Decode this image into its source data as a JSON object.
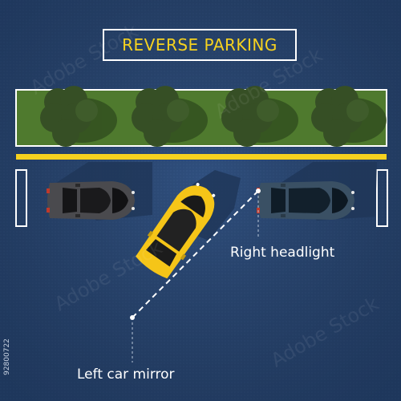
{
  "title": "REVERSE PARKING",
  "labels": {
    "right_headlight": "Right headlight",
    "left_mirror": "Left car mirror"
  },
  "stock_id": "92800722",
  "watermark_text": "Adobe Stock",
  "colors": {
    "background": "#2f4f7e",
    "title_text": "#f6d21f",
    "hedge": "#4f7a2e",
    "curb_line": "#f6d21f",
    "car_left": "#4a4a4e",
    "car_yellow": "#f5c518",
    "car_right": "#3a5064",
    "guide_line": "#ffffff"
  },
  "icons": [
    "tree-icon",
    "car-icon",
    "parking-marker-icon"
  ]
}
